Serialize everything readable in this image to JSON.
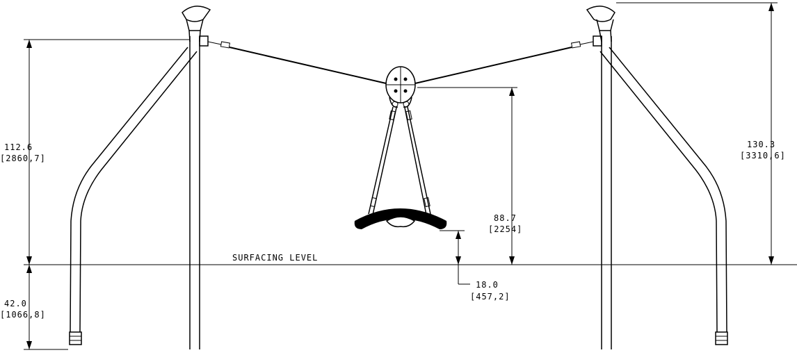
{
  "labels": {
    "surfacing_level": "SURFACING LEVEL"
  },
  "dimensions": {
    "left_height": {
      "inches": "112.6",
      "mm": "[2860,7]"
    },
    "right_height": {
      "inches": "130.3",
      "mm": "[3310,6]"
    },
    "pivot_height": {
      "inches": "88.7",
      "mm": "[2254]"
    },
    "seat_clearance": {
      "inches": "18.0",
      "mm": "[457,2]"
    },
    "footing_depth": {
      "inches": "42.0",
      "mm": "[1066,8]"
    }
  }
}
